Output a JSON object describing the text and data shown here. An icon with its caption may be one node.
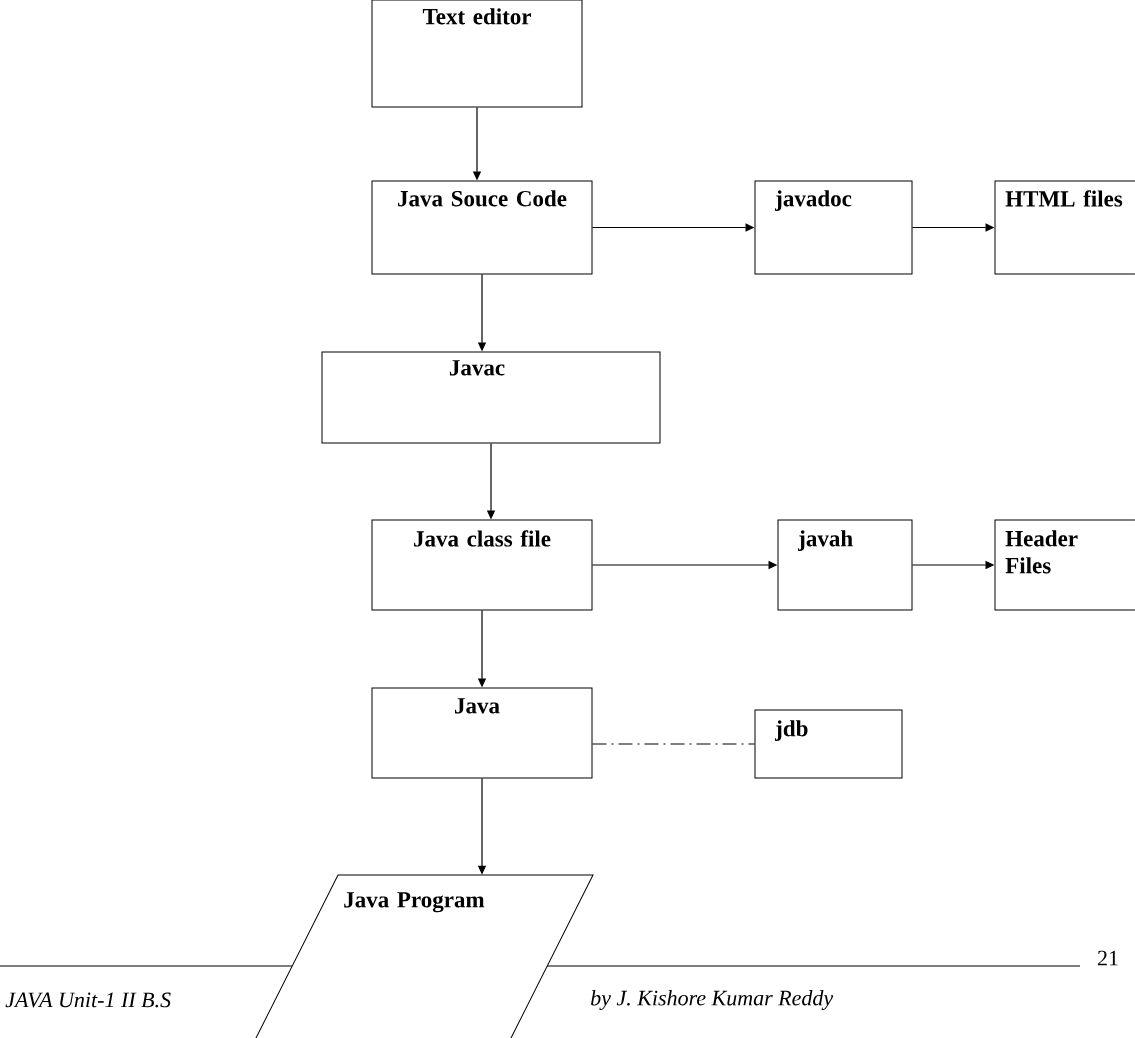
{
  "diagram": {
    "nodes": [
      {
        "text": [
          "Text editor"
        ]
      },
      {
        "text": [
          "Java Souce Code"
        ]
      },
      {
        "text": [
          "javadoc"
        ]
      },
      {
        "text": [
          "HTML files"
        ]
      },
      {
        "text": [
          "Javac"
        ]
      },
      {
        "text": [
          "Java class file"
        ]
      },
      {
        "text": [
          "javah"
        ]
      },
      {
        "text": [
          "Header Files"
        ]
      },
      {
        "text": [
          "Java"
        ]
      },
      {
        "text": [
          "jdb"
        ]
      },
      {
        "text": [
          "Java Program"
        ]
      }
    ],
    "edges": [
      {
        "from": 0,
        "to": 1,
        "arrow": "to"
      },
      {
        "from": 1,
        "to": 2,
        "arrow": "to"
      },
      {
        "from": 2,
        "to": 3,
        "arrow": "to"
      },
      {
        "from": 1,
        "to": 4,
        "arrow": "to"
      },
      {
        "from": 4,
        "to": 5,
        "arrow": "to"
      },
      {
        "from": 5,
        "to": 6,
        "arrow": "to"
      },
      {
        "from": 6,
        "to": 7,
        "arrow": "to"
      },
      {
        "from": 5,
        "to": 8,
        "arrow": "to"
      },
      {
        "from": 8,
        "to": 9,
        "arrow": "none",
        "style": "dashed"
      },
      {
        "from": 8,
        "to": 10,
        "arrow": "to"
      }
    ],
    "labels": [
      "JAVA Unit-1    II B.S",
      "by J. Kishore Kumar Reddy",
      "21"
    ]
  }
}
